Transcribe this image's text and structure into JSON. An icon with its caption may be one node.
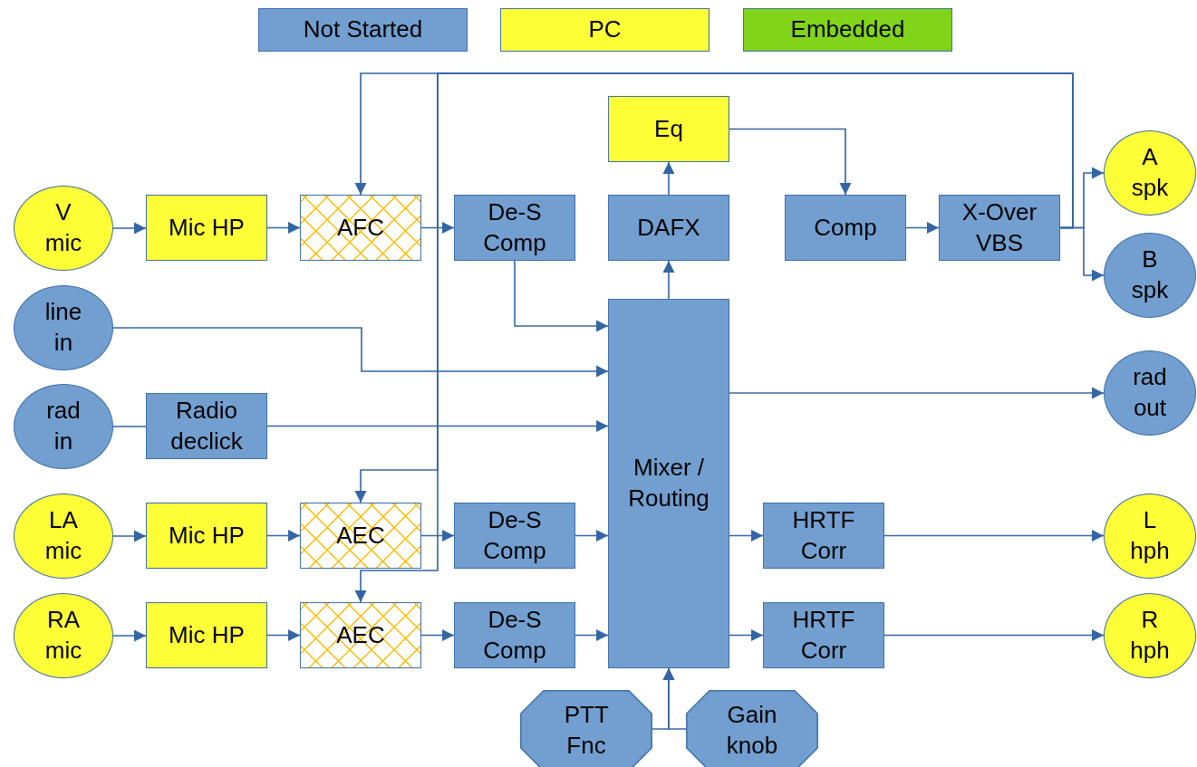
{
  "diagram": {
    "nodes": [
      {
        "text": [
          "V mic"
        ]
      },
      {
        "text": [
          "Mic HP"
        ]
      },
      {
        "text": [
          "AFC"
        ]
      },
      {
        "text": [
          "De-S Comp"
        ]
      },
      {
        "text": [
          "DAFX"
        ]
      },
      {
        "text": [
          "Eq"
        ]
      },
      {
        "text": [
          "Comp"
        ]
      },
      {
        "text": [
          "X-Over VBS"
        ]
      },
      {
        "text": [
          "A spk"
        ]
      },
      {
        "text": [
          "B spk"
        ]
      },
      {
        "text": [
          "line in"
        ]
      },
      {
        "text": [
          "rad in"
        ]
      },
      {
        "text": [
          "Radio declick"
        ]
      },
      {
        "text": [
          "Mixer / Routing"
        ]
      },
      {
        "text": [
          "rad out"
        ]
      },
      {
        "text": [
          "LA mic"
        ]
      },
      {
        "text": [
          "Mic HP"
        ]
      },
      {
        "text": [
          "AEC"
        ]
      },
      {
        "text": [
          "De-S Comp"
        ]
      },
      {
        "text": [
          "HRTF Corr"
        ]
      },
      {
        "text": [
          "L hph"
        ]
      },
      {
        "text": [
          "RA mic"
        ]
      },
      {
        "text": [
          "Mic HP"
        ]
      },
      {
        "text": [
          "AEC"
        ]
      },
      {
        "text": [
          "De-S Comp"
        ]
      },
      {
        "text": [
          "HRTF Corr"
        ]
      },
      {
        "text": [
          "R hph"
        ]
      },
      {
        "text": [
          "PTT Fnc"
        ]
      },
      {
        "text": [
          "Gain knob"
        ]
      }
    ],
    "edges": [
      {
        "from": 0,
        "to": 1,
        "arrow": "to"
      },
      {
        "from": 1,
        "to": 2,
        "arrow": "to"
      },
      {
        "from": 2,
        "to": 3,
        "arrow": "to"
      },
      {
        "from": 3,
        "to": 13,
        "arrow": "to"
      },
      {
        "from": 13,
        "to": 4,
        "arrow": "to"
      },
      {
        "from": 4,
        "to": 5,
        "arrow": "to"
      },
      {
        "from": 5,
        "to": 6,
        "arrow": "to"
      },
      {
        "from": 6,
        "to": 7,
        "arrow": "to"
      },
      {
        "from": 7,
        "to": 8,
        "arrow": "to"
      },
      {
        "from": 7,
        "to": 9,
        "arrow": "to"
      },
      {
        "from": 7,
        "to": 2,
        "arrow": "to"
      },
      {
        "from": 7,
        "to": 17,
        "arrow": "to"
      },
      {
        "from": 7,
        "to": 23,
        "arrow": "to"
      },
      {
        "from": 10,
        "to": 13,
        "arrow": "to"
      },
      {
        "from": 11,
        "to": 12,
        "arrow": "none"
      },
      {
        "from": 12,
        "to": 13,
        "arrow": "to"
      },
      {
        "from": 13,
        "to": 14,
        "arrow": "to"
      },
      {
        "from": 15,
        "to": 16,
        "arrow": "to"
      },
      {
        "from": 16,
        "to": 17,
        "arrow": "to"
      },
      {
        "from": 17,
        "to": 18,
        "arrow": "to"
      },
      {
        "from": 18,
        "to": 13,
        "arrow": "to"
      },
      {
        "from": 13,
        "to": 19,
        "arrow": "to"
      },
      {
        "from": 19,
        "to": 20,
        "arrow": "to"
      },
      {
        "from": 21,
        "to": 22,
        "arrow": "to"
      },
      {
        "from": 22,
        "to": 23,
        "arrow": "to"
      },
      {
        "from": 23,
        "to": 24,
        "arrow": "to"
      },
      {
        "from": 24,
        "to": 13,
        "arrow": "to"
      },
      {
        "from": 13,
        "to": 25,
        "arrow": "to"
      },
      {
        "from": 25,
        "to": 26,
        "arrow": "to"
      },
      {
        "from": 27,
        "to": 13,
        "arrow": "to"
      },
      {
        "from": 28,
        "to": 13,
        "arrow": "to"
      }
    ],
    "legend": [
      {
        "text": "Not Started",
        "color": "#729fcf"
      },
      {
        "text": "PC",
        "color": "#ffff38"
      },
      {
        "text": "Embedded",
        "color": "#81d41a"
      }
    ]
  }
}
